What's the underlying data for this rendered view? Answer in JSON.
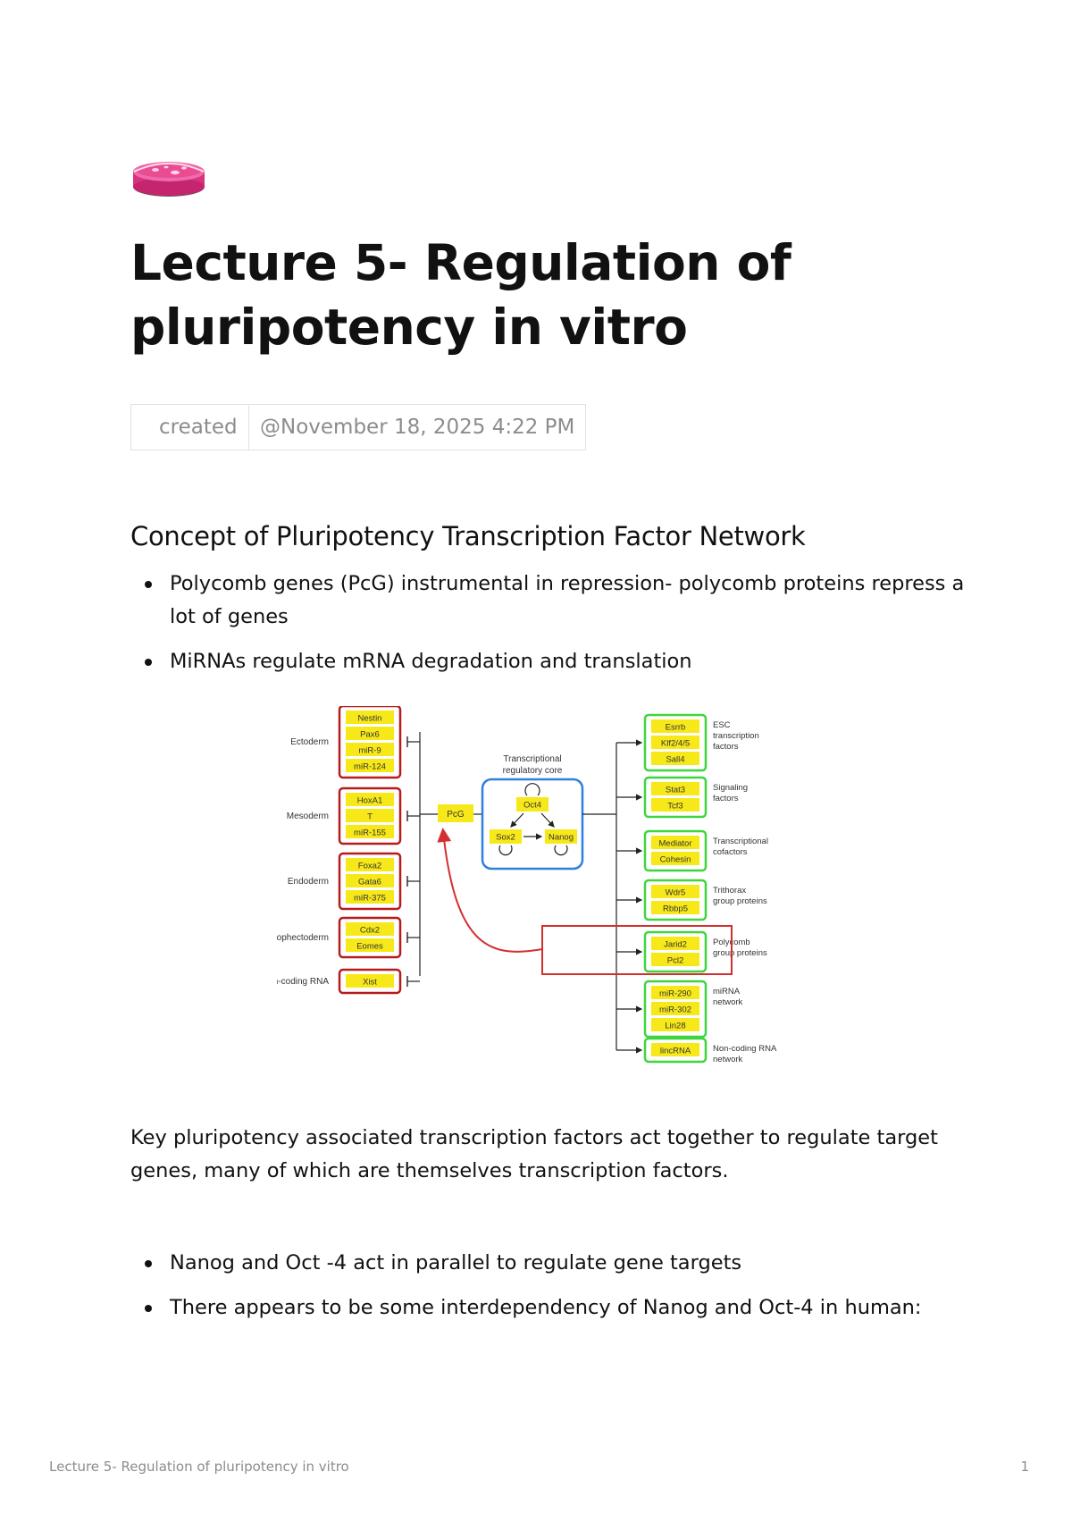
{
  "page": {
    "icon": "petri-dish-icon",
    "title": "Lecture 5- Regulation of pluripotency in vitro"
  },
  "properties": {
    "created_label": "created",
    "created_value": "@November 18, 2025 4:22 PM"
  },
  "section_heading": "Concept of Pluripotency Transcription Factor Network",
  "bullets_1": [
    "Polycomb genes (PcG) instrumental in repression- polycomb proteins repress a lot of genes",
    "MiRNAs regulate mRNA degradation and translation"
  ],
  "diagram": {
    "left_groups": [
      {
        "label": "Ectoderm",
        "items": [
          "Nestin",
          "Pax6",
          "miR-9",
          "miR-124"
        ]
      },
      {
        "label": "Mesoderm",
        "items": [
          "HoxA1",
          "T",
          "miR-155"
        ]
      },
      {
        "label": "Endoderm",
        "items": [
          "Foxa2",
          "Gata6",
          "miR-375"
        ]
      },
      {
        "label": "Trophectoderm",
        "items": [
          "Cdx2",
          "Eomes"
        ]
      },
      {
        "label": "Non-coding RNA",
        "items": [
          "Xist"
        ]
      }
    ],
    "pcg_label": "PcG",
    "core_title_line1": "Transcriptional",
    "core_title_line2": "regulatory core",
    "core_factors": [
      "Oct4",
      "Sox2",
      "Nanog"
    ],
    "right_groups": [
      {
        "items": [
          "Esrrb",
          "Klf2/4/5",
          "Sall4"
        ],
        "label_lines": [
          "ESC",
          "transcription",
          "factors"
        ]
      },
      {
        "items": [
          "Stat3",
          "Tcf3"
        ],
        "label_lines": [
          "Signaling",
          "factors"
        ]
      },
      {
        "items": [
          "Mediator",
          "Cohesin"
        ],
        "label_lines": [
          "Transcriptional",
          "cofactors"
        ]
      },
      {
        "items": [
          "Wdr5",
          "Rbbp5"
        ],
        "label_lines": [
          "Trithorax",
          "group proteins"
        ]
      },
      {
        "items": [
          "Jarid2",
          "Pcl2"
        ],
        "label_lines": [
          "Polycomb",
          "group proteins"
        ]
      },
      {
        "items": [
          "miR-290",
          "miR-302",
          "Lin28"
        ],
        "label_lines": [
          "miRNA",
          "network"
        ]
      },
      {
        "items": [
          "lincRNA"
        ],
        "label_lines": [
          "Non-coding RNA",
          "network"
        ]
      }
    ],
    "colors": {
      "repressed_border": "#b71c1c",
      "active_border": "#3fd53f",
      "core_border": "#2f7fe0",
      "gene_fill": "#f7e81a",
      "highlight": "#d32f2f"
    }
  },
  "paragraph": "Key pluripotency associated transcription factors act together to regulate target genes, many of which are themselves transcription factors.",
  "bullets_2": [
    "Nanog and Oct -4 act in parallel to regulate gene targets",
    "There appears to be some interdependency of Nanog and Oct-4 in human:"
  ],
  "footer": {
    "title": "Lecture 5- Regulation of pluripotency in vitro",
    "page_number": "1"
  }
}
